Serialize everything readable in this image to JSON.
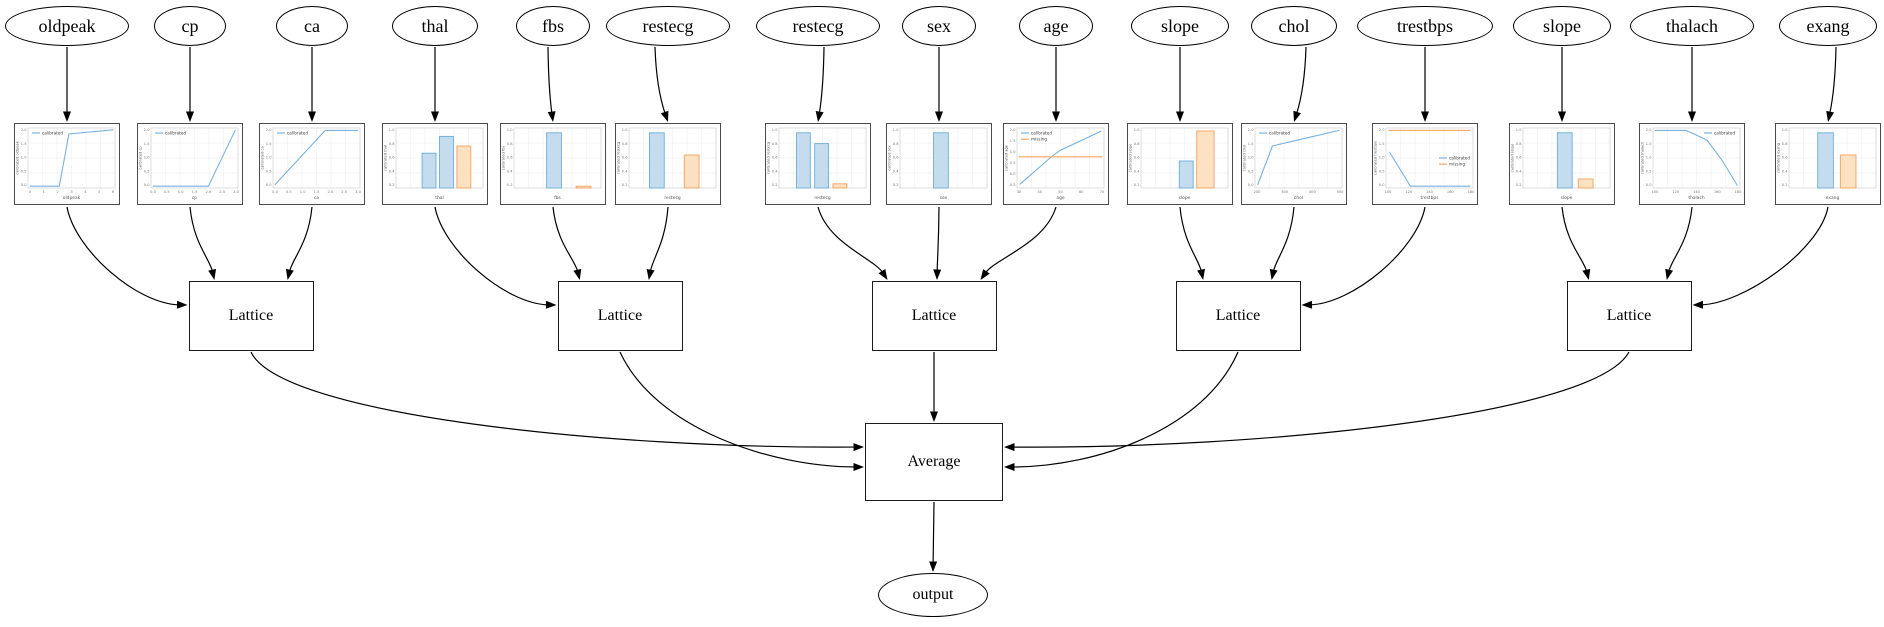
{
  "diagram": {
    "lattice_label": "Lattice",
    "average_label": "Average",
    "output_label": "output",
    "legend_calibrated": "calibrated",
    "legend_missing": "missing",
    "colors": {
      "edge": "#000000",
      "line_blue": "#7ab2de",
      "line_orange": "#f8a860",
      "bar_blue_fill": "#c5dcee",
      "bar_blue_edge": "#6baed6",
      "bar_orange_fill": "#fce1c2",
      "bar_orange_edge": "#f2a35e",
      "chart_border": "#4a4a4a",
      "grid": "#ececec",
      "spine": "#d4d4d4",
      "tick_text": "#777777"
    },
    "groups": [
      [
        0,
        1,
        2
      ],
      [
        3,
        4,
        5
      ],
      [
        6,
        7,
        8
      ],
      [
        9,
        10,
        11
      ],
      [
        12,
        13,
        14
      ]
    ],
    "inputs": [
      {
        "label": "oldpeak",
        "chart": {
          "type": "line",
          "xlabel": "oldpeak",
          "ylabel": "calibrated oldpeak",
          "legend": [
            "calibrated"
          ],
          "legend_pos": "tl",
          "yticks": [
            "2.0",
            "1.5",
            "1.0",
            "0.5",
            "0.0"
          ],
          "xticks": [
            "0",
            "1",
            "2",
            "3",
            "4",
            "5",
            "6"
          ],
          "lines": [
            {
              "color": "blue",
              "pts": [
                [
                  0.02,
                  0.03
                ],
                [
                  0.36,
                  0.03
                ],
                [
                  0.47,
                  0.9
                ],
                [
                  0.98,
                  0.97
                ]
              ]
            }
          ],
          "bars": []
        }
      },
      {
        "label": "cp",
        "chart": {
          "type": "line",
          "xlabel": "cp",
          "ylabel": "calibrated cp",
          "legend": [
            "calibrated"
          ],
          "legend_pos": "tl",
          "yticks": [
            "2.0",
            "1.5",
            "1.0",
            "0.5",
            "0.0"
          ],
          "xticks": [
            "0.0",
            "0.5",
            "1.0",
            "1.5",
            "2.0",
            "2.5",
            "3.0"
          ],
          "lines": [
            {
              "color": "blue",
              "pts": [
                [
                  0.02,
                  0.03
                ],
                [
                  0.66,
                  0.03
                ],
                [
                  0.97,
                  0.97
                ]
              ]
            }
          ],
          "bars": []
        }
      },
      {
        "label": "ca",
        "chart": {
          "type": "line",
          "xlabel": "ca",
          "ylabel": "calibrated ca",
          "legend": [
            "calibrated"
          ],
          "legend_pos": "tl",
          "yticks": [
            "2.0",
            "1.5",
            "1.0",
            "0.5",
            "0.0"
          ],
          "xticks": [
            "0.0",
            "0.5",
            "1.0",
            "1.5",
            "2.0",
            "2.5",
            "3.0"
          ],
          "lines": [
            {
              "color": "blue",
              "pts": [
                [
                  0.02,
                  0.05
                ],
                [
                  0.6,
                  0.96
                ],
                [
                  0.98,
                  0.96
                ]
              ]
            }
          ],
          "bars": []
        }
      },
      {
        "label": "thal",
        "chart": {
          "type": "bar",
          "xlabel": "thal",
          "ylabel": "calibrated thal",
          "legend": [],
          "legend_pos": "",
          "yticks": [
            "1.0",
            "0.8",
            "0.6",
            "0.4",
            "0.2"
          ],
          "xticks": [],
          "lines": [],
          "bars": [
            {
              "color": "blue",
              "x": 0.38,
              "w": 0.16,
              "h": 0.58
            },
            {
              "color": "blue",
              "x": 0.58,
              "w": 0.16,
              "h": 0.86
            },
            {
              "color": "orange",
              "x": 0.78,
              "w": 0.16,
              "h": 0.7
            }
          ]
        }
      },
      {
        "label": "fbs",
        "chart": {
          "type": "bar",
          "xlabel": "fbs",
          "ylabel": "calibrated fbs",
          "legend": [],
          "legend_pos": "",
          "yticks": [
            "1.0",
            "0.8",
            "0.6",
            "0.4",
            "0.2"
          ],
          "xticks": [],
          "lines": [],
          "bars": [
            {
              "color": "blue",
              "x": 0.46,
              "w": 0.17,
              "h": 0.92
            },
            {
              "color": "orange",
              "x": 0.8,
              "w": 0.17,
              "h": 0.03
            }
          ]
        }
      },
      {
        "label": "restecg",
        "chart": {
          "type": "bar",
          "xlabel": "restecg",
          "ylabel": "calibrated restecg",
          "legend": [],
          "legend_pos": "",
          "yticks": [
            "1.0",
            "0.8",
            "0.6",
            "0.4",
            "0.2"
          ],
          "xticks": [],
          "lines": [],
          "bars": [
            {
              "color": "blue",
              "x": 0.32,
              "w": 0.17,
              "h": 0.92
            },
            {
              "color": "orange",
              "x": 0.72,
              "w": 0.17,
              "h": 0.55
            }
          ]
        }
      },
      {
        "label": "restecg",
        "chart": {
          "type": "bar",
          "xlabel": "restecg",
          "ylabel": "calibrated restecg",
          "legend": [],
          "legend_pos": "",
          "yticks": [
            "1.0",
            "0.8",
            "0.6",
            "0.4",
            "0.2"
          ],
          "xticks": [],
          "lines": [],
          "bars": [
            {
              "color": "blue",
              "x": 0.28,
              "w": 0.16,
              "h": 0.92
            },
            {
              "color": "blue",
              "x": 0.49,
              "w": 0.16,
              "h": 0.74
            },
            {
              "color": "orange",
              "x": 0.7,
              "w": 0.16,
              "h": 0.07
            }
          ]
        }
      },
      {
        "label": "sex",
        "chart": {
          "type": "bar",
          "xlabel": "sex",
          "ylabel": "calibrated sex",
          "legend": [],
          "legend_pos": "",
          "yticks": [
            "1.0",
            "0.8",
            "0.6",
            "0.4",
            "0.2"
          ],
          "xticks": [],
          "lines": [],
          "bars": [
            {
              "color": "blue",
              "x": 0.47,
              "w": 0.17,
              "h": 0.92
            }
          ]
        }
      },
      {
        "label": "age",
        "chart": {
          "type": "line",
          "xlabel": "age",
          "ylabel": "calibrated age",
          "legend": [
            "calibrated",
            "missing"
          ],
          "legend_pos": "tl",
          "yticks": [
            "2.0",
            "1.5",
            "1.0",
            "0.5",
            "0.0",
            "-0.5"
          ],
          "xticks": [
            "30",
            "40",
            "50",
            "60",
            "70"
          ],
          "lines": [
            {
              "color": "blue",
              "pts": [
                [
                  0.03,
                  0.06
                ],
                [
                  0.42,
                  0.55
                ],
                [
                  0.5,
                  0.63
                ],
                [
                  0.97,
                  0.95
                ]
              ]
            },
            {
              "color": "orange",
              "pts": [
                [
                  0.02,
                  0.52
                ],
                [
                  0.98,
                  0.52
                ]
              ]
            }
          ],
          "bars": []
        }
      },
      {
        "label": "slope",
        "chart": {
          "type": "bar",
          "xlabel": "slope",
          "ylabel": "calibrated slope",
          "legend": [],
          "legend_pos": "",
          "yticks": [
            "1.0",
            "0.8",
            "0.6",
            "0.4",
            "0.2"
          ],
          "xticks": [],
          "lines": [],
          "bars": [
            {
              "color": "blue",
              "x": 0.52,
              "w": 0.16,
              "h": 0.45
            },
            {
              "color": "orange",
              "x": 0.74,
              "w": 0.2,
              "h": 0.95
            }
          ]
        }
      },
      {
        "label": "chol",
        "chart": {
          "type": "line",
          "xlabel": "chol",
          "ylabel": "calibrated chol",
          "legend": [
            "calibrated"
          ],
          "legend_pos": "tl",
          "yticks": [
            "2.0",
            "1.5",
            "1.0",
            "0.5",
            "0.0"
          ],
          "xticks": [
            "200",
            "300",
            "400",
            "500"
          ],
          "lines": [
            {
              "color": "blue",
              "pts": [
                [
                  0.03,
                  0.05
                ],
                [
                  0.2,
                  0.7
                ],
                [
                  0.55,
                  0.82
                ],
                [
                  0.97,
                  0.96
                ]
              ]
            }
          ],
          "bars": []
        }
      },
      {
        "label": "trestbps",
        "chart": {
          "type": "line",
          "xlabel": "trestbps",
          "ylabel": "calibrated trestbps",
          "legend": [
            "calibrated",
            "missing"
          ],
          "legend_pos": "mr",
          "yticks": [
            "2.0",
            "1.5",
            "1.0",
            "0.5",
            "0.0"
          ],
          "xticks": [
            "100",
            "120",
            "140",
            "160",
            "180"
          ],
          "lines": [
            {
              "color": "orange",
              "pts": [
                [
                  0.03,
                  0.96
                ],
                [
                  0.97,
                  0.96
                ]
              ]
            },
            {
              "color": "blue",
              "pts": [
                [
                  0.04,
                  0.6
                ],
                [
                  0.28,
                  0.03
                ],
                [
                  0.97,
                  0.03
                ]
              ]
            }
          ],
          "bars": []
        }
      },
      {
        "label": "slope",
        "chart": {
          "type": "bar",
          "xlabel": "slope",
          "ylabel": "calibrated slope",
          "legend": [],
          "legend_pos": "",
          "yticks": [
            "1.0",
            "0.8",
            "0.6",
            "0.4",
            "0.2"
          ],
          "xticks": [],
          "lines": [],
          "bars": [
            {
              "color": "blue",
              "x": 0.48,
              "w": 0.17,
              "h": 0.92
            },
            {
              "color": "orange",
              "x": 0.72,
              "w": 0.17,
              "h": 0.15
            }
          ]
        }
      },
      {
        "label": "thalach",
        "chart": {
          "type": "line",
          "xlabel": "thalach",
          "ylabel": "calibrated thalach",
          "legend": [
            "calibrated"
          ],
          "legend_pos": "tr",
          "yticks": [
            "2.0",
            "1.5",
            "1.0",
            "0.5",
            "0.0"
          ],
          "xticks": [
            "100",
            "120",
            "140",
            "160",
            "180"
          ],
          "lines": [
            {
              "color": "blue",
              "pts": [
                [
                  0.02,
                  0.96
                ],
                [
                  0.38,
                  0.96
                ],
                [
                  0.62,
                  0.8
                ],
                [
                  0.8,
                  0.45
                ],
                [
                  0.97,
                  0.04
                ]
              ]
            }
          ],
          "bars": []
        }
      },
      {
        "label": "exang",
        "chart": {
          "type": "bar",
          "xlabel": "exang",
          "ylabel": "calibrated exang",
          "legend": [],
          "legend_pos": "",
          "yticks": [
            "1.0",
            "0.8",
            "0.6",
            "0.4",
            "0.2"
          ],
          "xticks": [],
          "lines": [],
          "bars": [
            {
              "color": "blue",
              "x": 0.42,
              "w": 0.18,
              "h": 0.92
            },
            {
              "color": "orange",
              "x": 0.68,
              "w": 0.18,
              "h": 0.55
            }
          ]
        }
      }
    ]
  }
}
